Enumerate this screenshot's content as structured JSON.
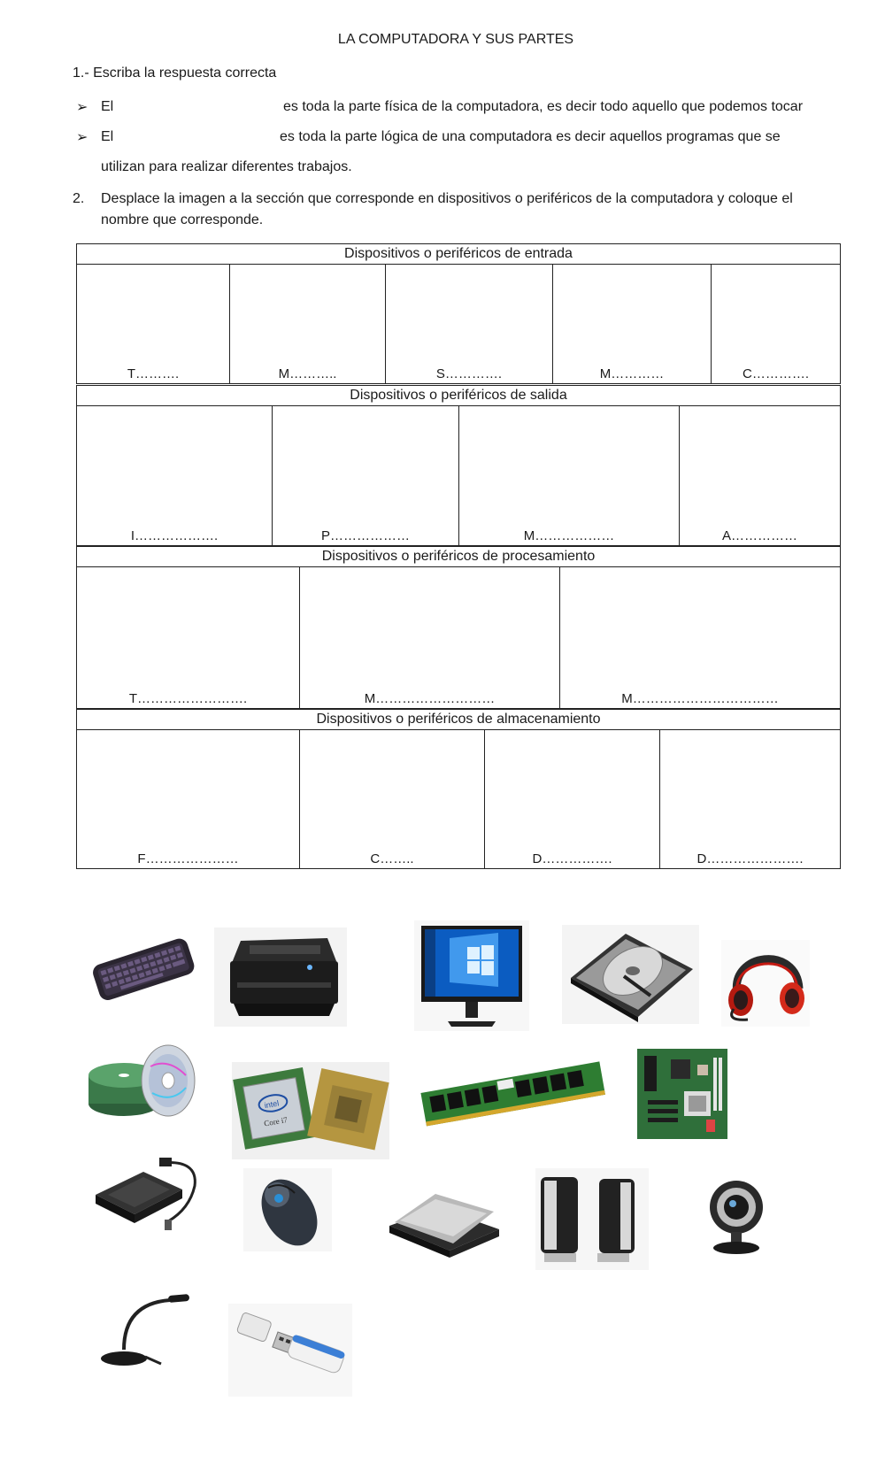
{
  "title": "LA COMPUTADORA Y SUS PARTES",
  "question1": "1.- Escriba la respuesta correcta",
  "bullet1": {
    "lead": "El",
    "rest": "es toda la parte física de la computadora, es decir todo aquello que podemos tocar"
  },
  "bullet2": {
    "lead": "El",
    "rest": "es toda la parte lógica de una computadora es decir aquellos programas que se",
    "cont": "utilizan para realizar diferentes trabajos."
  },
  "question2": {
    "num": "2.",
    "text": "Desplace la imagen a la sección que corresponde en dispositivos o periféricos de la  computadora y coloque el nombre que corresponde."
  },
  "sections": [
    {
      "title": "Dispositivos o periféricos de entrada",
      "cells": [
        "T……….",
        "M………..",
        "S………….",
        "M…………",
        "C…………."
      ]
    },
    {
      "title": "Dispositivos o periféricos de salida",
      "cells": [
        "I……………….",
        "P………………",
        "M………………",
        "A……………"
      ]
    },
    {
      "title": "Dispositivos o periféricos de procesamiento",
      "cells": [
        "T…………………….",
        "M………………………",
        "M……………………………"
      ]
    },
    {
      "title": "Dispositivos o periféricos de almacenamiento",
      "cells": [
        "F…………………",
        "C……..",
        "D…………….",
        "D…………………."
      ]
    }
  ],
  "images": [
    "keyboard-icon",
    "printer-icon",
    "monitor-icon",
    "hard-drive-icon",
    "headset-icon",
    "cd-discs-icon",
    "processor-icon",
    "ram-memory-icon",
    "motherboard-icon",
    "external-drive-icon",
    "mouse-icon",
    "scanner-icon",
    "speakers-icon",
    "webcam-icon",
    "microphone-icon",
    "usb-flash-icon"
  ]
}
